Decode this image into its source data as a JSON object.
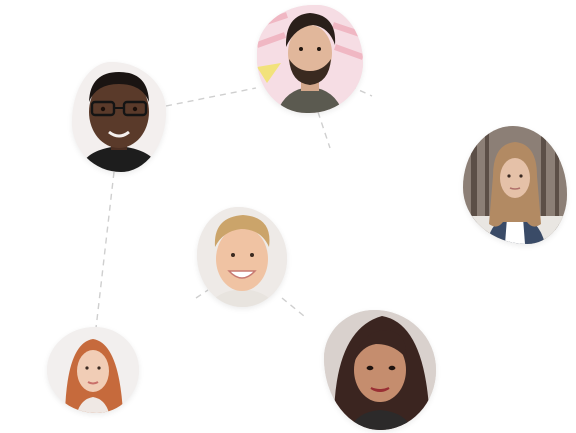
{
  "scene": {
    "background_color": "#ffffff",
    "connector_color": "#cfcfcf",
    "connector_style": "dashed"
  },
  "avatars": [
    {
      "id": "man-glasses",
      "skin": "#5a3a2a",
      "hair": "#1a1412",
      "shirt": "#1d1d1d",
      "bg": "#f3efee"
    },
    {
      "id": "man-beard",
      "skin": "#e1b79b",
      "hair": "#2a1f1a",
      "shirt": "#5b5a50",
      "bg": "#f6dde4",
      "accent": "#f0b7c3"
    },
    {
      "id": "woman-forest",
      "skin": "#e5c1a8",
      "hair": "#b28a63",
      "shirt": "#ffffff",
      "jacket": "#3a4b67",
      "bg": "#8c7f76"
    },
    {
      "id": "man-center",
      "skin": "#f0c3a3",
      "hair": "#cba46a",
      "shirt": "#e8e4df",
      "bg": "#eeeae7"
    },
    {
      "id": "woman-red",
      "skin": "#f1cdb6",
      "hair": "#c66a3c",
      "shirt": "#efe8e4",
      "bg": "#f2efee"
    },
    {
      "id": "woman-dark",
      "skin": "#c58d6e",
      "hair": "#3b2520",
      "shirt": "#2c2a2a",
      "bg": "#d9d1cd",
      "lips": "#9a2f34"
    }
  ]
}
